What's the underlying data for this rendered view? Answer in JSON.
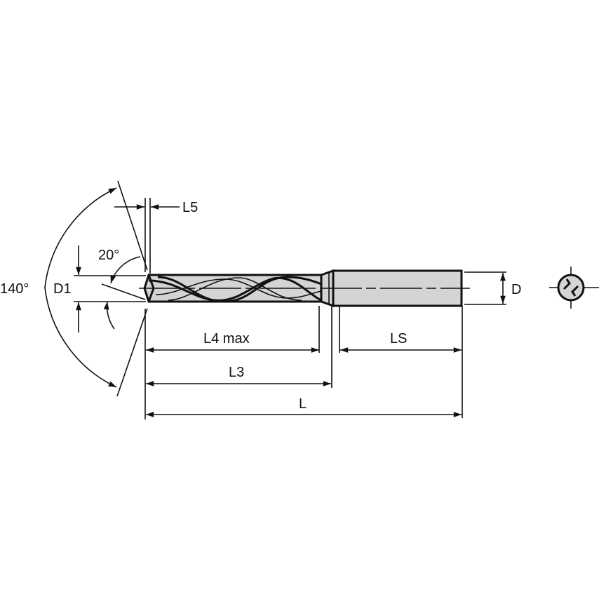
{
  "drawing": {
    "title": "Solid carbide twist drill dimension drawing",
    "colors": {
      "line": "#111111",
      "tool_fill": "#d4d4d4",
      "background": "#ffffff"
    },
    "labels": {
      "point_angle": "140°",
      "helix_angle": "20°",
      "tip_length": "L5",
      "drill_diameter": "D1",
      "shank_diameter": "D",
      "flute_length": "L4 max",
      "body_length": "L3",
      "shank_length": "LS",
      "overall_length": "L"
    },
    "views": [
      "side-view",
      "end-view"
    ]
  }
}
